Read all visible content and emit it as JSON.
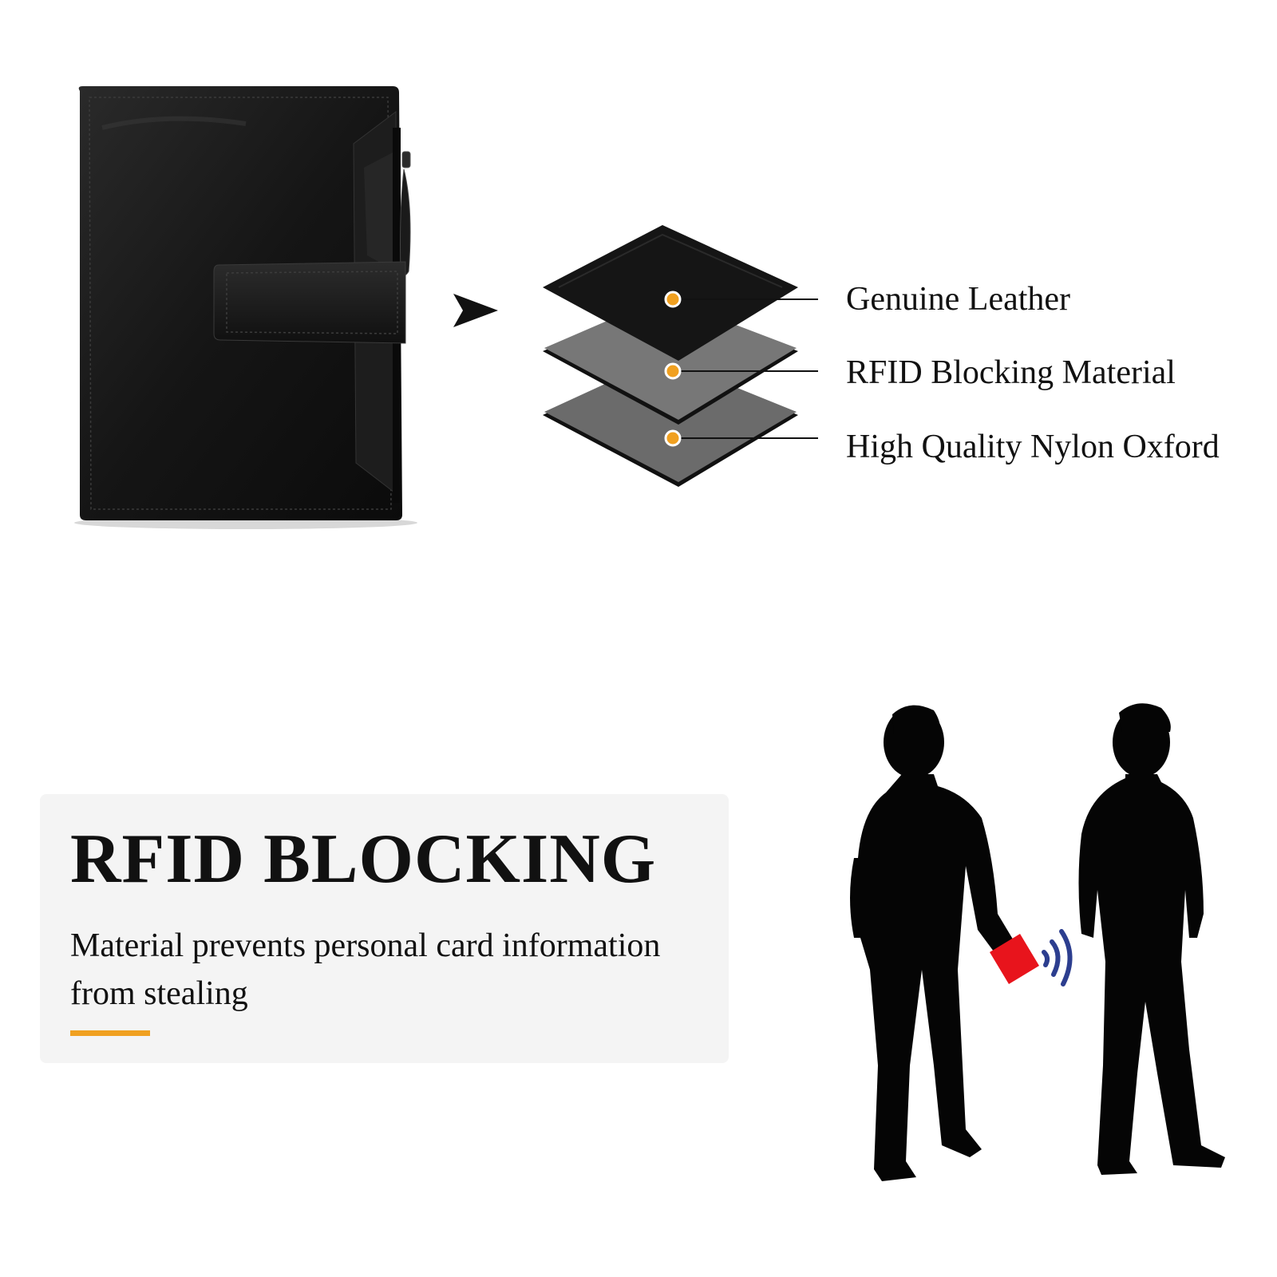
{
  "layers": {
    "items": [
      {
        "label": "Genuine Leather"
      },
      {
        "label": "RFID Blocking Material"
      },
      {
        "label": "High Quality Nylon Oxford"
      }
    ],
    "dot_color": "#f0a020"
  },
  "info": {
    "title": "RFID BLOCKING",
    "description": "Material prevents personal card information from stealing",
    "accent_color": "#f0a020"
  },
  "icons": {
    "wallet": "wallet-icon",
    "arrow": "arrow-right-icon",
    "signal": "wireless-signal-icon"
  }
}
